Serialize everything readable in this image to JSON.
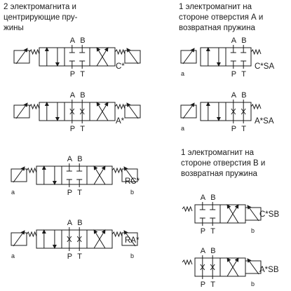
{
  "headings": {
    "left": "2 электромагнита и\nцентрирующие пру-\nжины",
    "right_top": "1 электромагнит на\nстороне отверстия А и\nвозвратная пружина",
    "right_bottom": "1 электромагнит на\nстороне отверстия B и\nвозвратная пружина"
  },
  "port_labels": {
    "a": "A",
    "b": "B",
    "p": "P",
    "t": "T",
    "sol_a": "a",
    "sol_b": "b"
  },
  "symbols": [
    {
      "code": "C*"
    },
    {
      "code": "A*"
    },
    {
      "code": "RC*"
    },
    {
      "code": "RA*"
    },
    {
      "code": "C*SA"
    },
    {
      "code": "A*SA"
    },
    {
      "code": "C*SB"
    },
    {
      "code": "A*SB"
    }
  ]
}
